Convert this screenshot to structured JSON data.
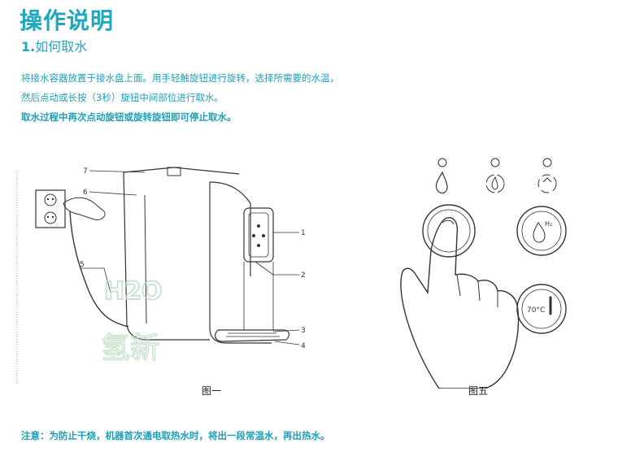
{
  "header": {
    "title": "操作说明",
    "section_number": "1.",
    "section_title": "如何取水"
  },
  "instructions": {
    "line1": "将接水容器放置于接水盘上面。用手轻触旋钮进行旋转，选择所需要的水温，",
    "line2": "然后点动或长按（3秒）旋钮中间部位进行取水。",
    "line3": "取水过程中再次点动旋钮或旋转旋钮即可停止取水。"
  },
  "figure1": {
    "caption": "图一",
    "callouts": [
      "1",
      "2",
      "3",
      "4",
      "5",
      "6",
      "7"
    ]
  },
  "figure5": {
    "caption": "图五",
    "temp_label": "70°C",
    "h2_label": "H₂"
  },
  "watermark": {
    "text_top": "H2O",
    "text_bottom": "氢新"
  },
  "footer": {
    "note": "注意：为防止干烧，机器首次通电取热水时，将出一段常温水，再出热水。"
  },
  "colors": {
    "accent": "#1ea7bd",
    "line_art": "#333333",
    "watermark": "#b9dcbf"
  }
}
